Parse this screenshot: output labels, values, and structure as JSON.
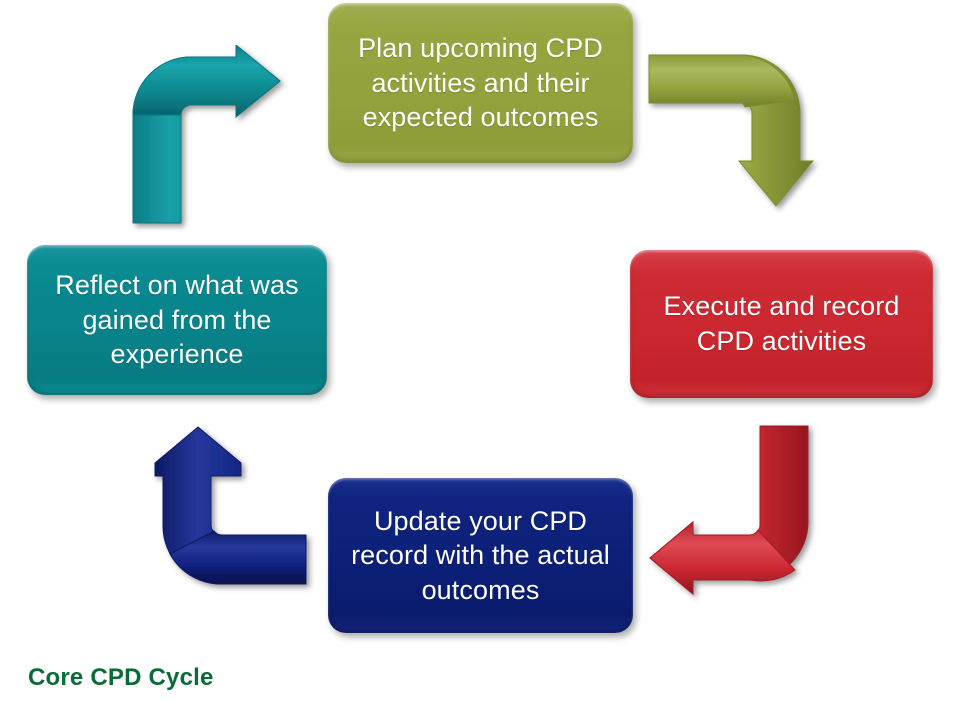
{
  "diagram": {
    "title": "Core CPD Cycle",
    "type": "cycle",
    "background_color": "#ffffff",
    "caption_color": "#0b6b38",
    "nodes": [
      {
        "id": "plan",
        "label": "Plan upcoming CPD activities and their expected outcomes",
        "color": "#94a33e",
        "position": "top"
      },
      {
        "id": "execute",
        "label": "Execute and record CPD activities",
        "color": "#ce2b35",
        "position": "right"
      },
      {
        "id": "update",
        "label": "Update your CPD record with the actual outcomes",
        "color": "#0d2179",
        "position": "bottom"
      },
      {
        "id": "reflect",
        "label": "Reflect on what was gained from the experience",
        "color": "#0b8a91",
        "position": "left"
      }
    ],
    "arrows": [
      {
        "id": "reflect-to-plan",
        "from": "reflect",
        "to": "plan",
        "color": "#0b8a91",
        "direction": "up-then-right"
      },
      {
        "id": "plan-to-execute",
        "from": "plan",
        "to": "execute",
        "color": "#94a33e",
        "direction": "right-then-down"
      },
      {
        "id": "execute-to-update",
        "from": "execute",
        "to": "update",
        "color": "#ce2b35",
        "direction": "down-then-left"
      },
      {
        "id": "update-to-reflect",
        "from": "update",
        "to": "reflect",
        "color": "#0d2179",
        "direction": "left-then-up"
      }
    ]
  }
}
